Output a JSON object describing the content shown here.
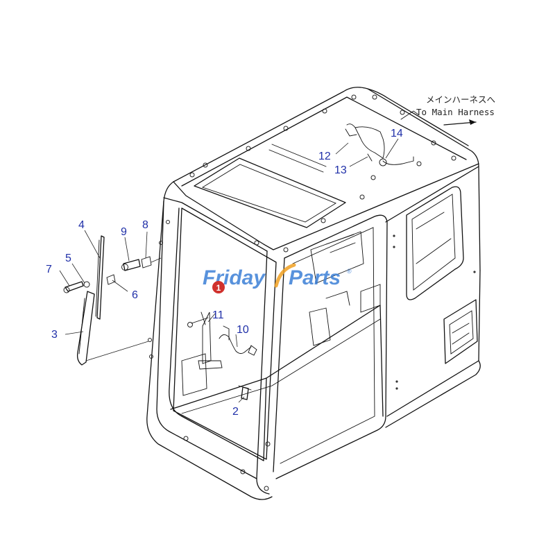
{
  "annotations": {
    "harness_jp": "メインハーネスへ",
    "harness_en": "To Main Harness"
  },
  "watermark": {
    "part1": "Friday",
    "part2": "Parts",
    "reg": "®",
    "color1": "#3b7fd6",
    "color2": "#f0a022"
  },
  "marker": {
    "label": "1",
    "color": "#d0312d"
  },
  "callouts": [
    {
      "id": "c2",
      "label": "2"
    },
    {
      "id": "c3",
      "label": "3"
    },
    {
      "id": "c4",
      "label": "4"
    },
    {
      "id": "c5",
      "label": "5"
    },
    {
      "id": "c6",
      "label": "6"
    },
    {
      "id": "c7",
      "label": "7"
    },
    {
      "id": "c8",
      "label": "8"
    },
    {
      "id": "c9",
      "label": "9"
    },
    {
      "id": "c10",
      "label": "10"
    },
    {
      "id": "c11",
      "label": "11"
    },
    {
      "id": "c12",
      "label": "12"
    },
    {
      "id": "c13",
      "label": "13"
    },
    {
      "id": "c14",
      "label": "14"
    }
  ],
  "colors": {
    "callout": "#1f2fa8",
    "line": "#111111"
  }
}
